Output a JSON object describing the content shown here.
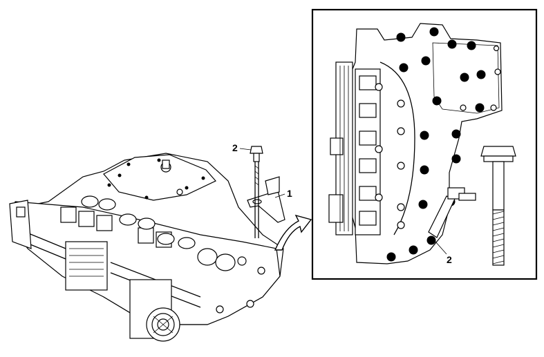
{
  "diagram": {
    "callouts": {
      "bracket_label": "1",
      "bolt_label_main": "2",
      "bolt_label_detail": "2"
    },
    "icons": {
      "valve_body": "transmission-valve-body-icon",
      "bracket": "wiring-harness-bracket-icon",
      "bolt": "bracket-bolt-icon",
      "arrow": "detail-arrow-icon"
    },
    "colors": {
      "line": "#000000",
      "background": "#ffffff",
      "bolt_holes": "#000000"
    }
  }
}
